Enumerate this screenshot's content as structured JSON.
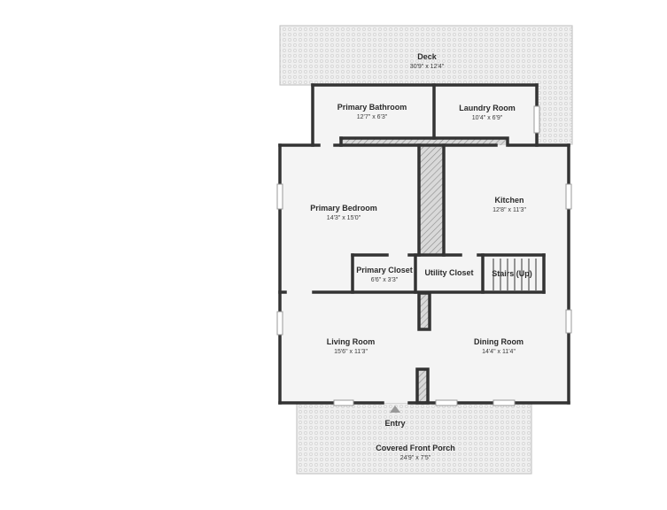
{
  "rooms": {
    "deck": {
      "name": "Deck",
      "dim": "30'9\" x 12'4\""
    },
    "primary_bathroom": {
      "name": "Primary Bathroom",
      "dim": "12'7\" x 6'3\""
    },
    "laundry_room": {
      "name": "Laundry Room",
      "dim": "10'4\" x 6'9\""
    },
    "primary_bedroom": {
      "name": "Primary Bedroom",
      "dim": "14'3\" x 15'0\""
    },
    "kitchen": {
      "name": "Kitchen",
      "dim": "12'8\" x 11'3\""
    },
    "primary_closet": {
      "name": "Primary Closet",
      "dim": "6'6\" x 3'3\""
    },
    "utility_closet": {
      "name": "Utility Closet"
    },
    "stairs": {
      "name": "Stairs (Up)"
    },
    "living_room": {
      "name": "Living Room",
      "dim": "15'6\" x 11'3\""
    },
    "dining_room": {
      "name": "Dining Room",
      "dim": "14'4\" x 11'4\""
    },
    "entry": {
      "name": "Entry"
    },
    "covered_front_porch": {
      "name": "Covered Front Porch",
      "dim": "24'9\" x 7'5\""
    }
  },
  "colors": {
    "wall": "#333333",
    "floor": "#f4f4f4",
    "outdoor": "#ececec",
    "hatch": "#9a9a9a"
  }
}
